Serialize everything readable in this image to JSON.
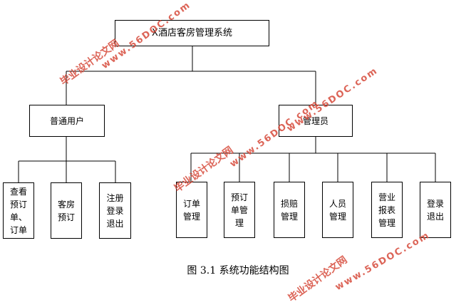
{
  "diagram": {
    "root": "X酒店客房管理系统",
    "branches": [
      {
        "label": "普通用户",
        "children": [
          "查看预订单、订单",
          "客房预订",
          "注册登录退出"
        ]
      },
      {
        "label": "管理员",
        "children": [
          "订单管理",
          "预订单管理",
          "损赔管理",
          "人员管理",
          "营业报表管理",
          "登录退出"
        ]
      }
    ],
    "caption": "图 3.1  系统功能结构图"
  },
  "watermark": {
    "cn": "毕业设计论文网",
    "en": "www.56DOC.com",
    "color": "#d64a3a"
  }
}
